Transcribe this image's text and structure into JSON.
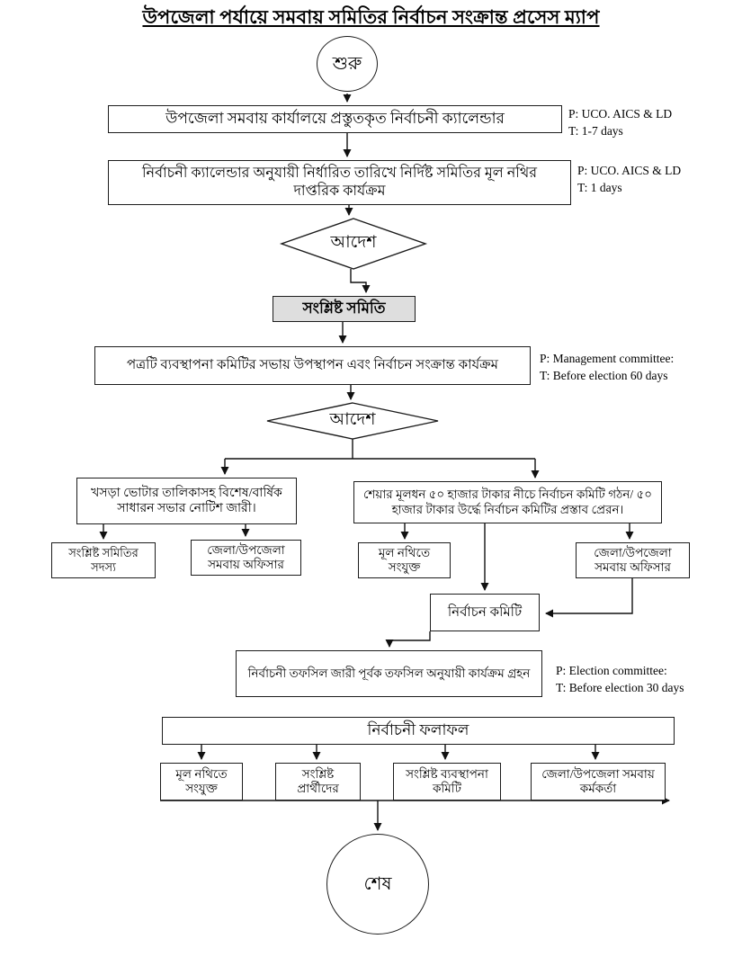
{
  "title": "উপজেলা পর্যায়ে সমবায় সমিতির নির্বাচন সংক্রান্ত প্রসেস ম্যাপ",
  "nodes": {
    "start": {
      "text": "শুরু"
    },
    "calendar": {
      "text": "উপজেলা সমবায় কার্যালয়ে প্রস্তুতকৃত নির্বাচনী ক্যালেন্ডার"
    },
    "schedule_activity": {
      "text": "নির্বাচনী ক্যালেন্ডার অনুযায়ী নির্ধারিত তারিখে নির্দিষ্ট সমিতির মূল নথির দাপ্তরিক কার্যক্রম"
    },
    "order1": {
      "text": "আদেশ"
    },
    "related_society": {
      "text": "সংশ্লিষ্ট সমিতি"
    },
    "presentation": {
      "text": "পত্রটি ব্যবস্থাপনা কমিটির সভায় উপস্থাপন এবং নির্বাচন সংক্রান্ত কার্যক্রম"
    },
    "order2": {
      "text": "আদেশ"
    },
    "voter_notice": {
      "text": "খসড়া ভোটার তালিকাসহ বিশেষ/বার্ষিক সাধারন সভার নোটিশ জারী।"
    },
    "share_capital": {
      "text": "শেয়ার মূলধন ৫০ হাজার টাকার নীচে নির্বাচন কমিটি গঠন/ ৫০ হাজার টাকার উর্দ্ধে নির্বাচন কমিটির প্রস্তাব প্রেরন।"
    },
    "society_members": {
      "text": "সংশ্লিষ্ট সমিতির সদস্য"
    },
    "coop_officer_left": {
      "text": "জেলা/উপজেলা সমবায় অফিসার"
    },
    "attach_main_file": {
      "text": "মূল নথিতে সংযুক্ত"
    },
    "coop_officer_right": {
      "text": "জেলা/উপজেলা সমবায় অফিসার"
    },
    "election_committee": {
      "text": "নির্বাচন কমিটি"
    },
    "schedule_issue": {
      "text": "নির্বাচনী তফসিল জারী পূর্বক তফসিল অনুযায়ী কার্যক্রম গ্রহন"
    },
    "election_results": {
      "text": "নির্বাচনী ফলাফল"
    },
    "result_main_file": {
      "text": "মূল নথিতে সংযুক্ত"
    },
    "result_candidates": {
      "text": "সংশ্লিষ্ট প্রার্থীদের"
    },
    "result_mgmt_committee": {
      "text": "সংশ্লিষ্ট ব্যবস্থাপনা কমিটি"
    },
    "result_coop_officer": {
      "text": "জেলা/উপজেলা সমবায় কর্মকর্তা"
    },
    "end": {
      "text": "শেষ"
    }
  },
  "annotations": [
    {
      "p": "P: UCO. AICS & LD",
      "t": "T: 1-7 days"
    },
    {
      "p": "P: UCO. AICS & LD",
      "t": "T: 1 days"
    },
    {
      "p": "P: Management committee:",
      "t": "T: Before election 60 days"
    },
    {
      "p": "P: Election committee:",
      "t": "T: Before election 30 days"
    }
  ],
  "colors": {
    "line": "#111111",
    "box_border": "#1c1c1c",
    "shaded_box": "#dedede"
  }
}
